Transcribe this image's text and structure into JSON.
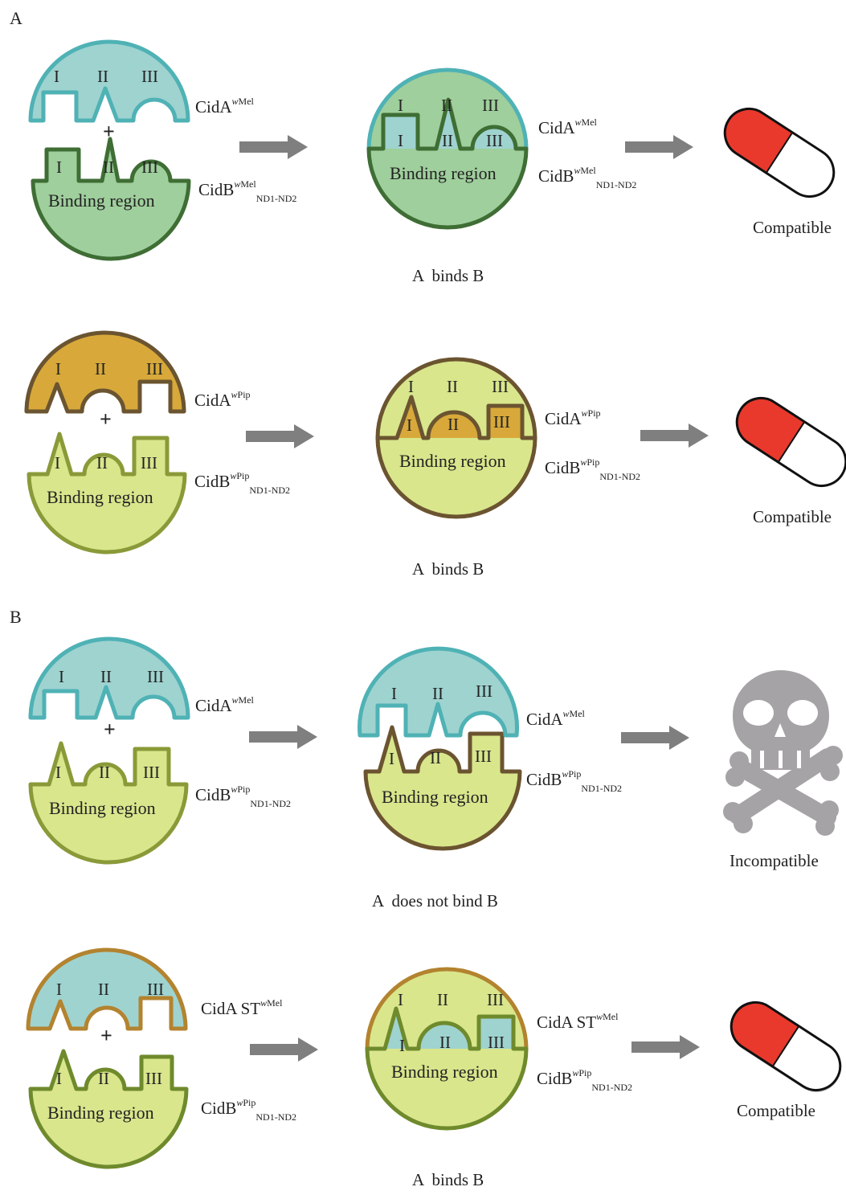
{
  "panels": [
    "A",
    "B"
  ],
  "colors": {
    "teal_fill": "#9fd3d0",
    "teal_stroke": "#4fb2b5",
    "green_fill": "#9fcf9c",
    "green_stroke": "#3f6e35",
    "orange_fill": "#d8a93a",
    "orange_stroke": "#6b5430",
    "lime_fill": "#d9e68c",
    "lime_stroke": "#8a9a38",
    "arrow": "#7f7f7f",
    "pill_red": "#e8392c",
    "skull": "#a6a3a6"
  },
  "common": {
    "plus": "+",
    "region_I": "I",
    "region_II": "II",
    "region_III": "III",
    "binding_region": "Binding region"
  },
  "rows": [
    {
      "cidA": {
        "base": "CidA",
        "sup": "wMel",
        "sup_italic": "w",
        "sup_rest": "Mel"
      },
      "cidB": {
        "base": "CidB",
        "sup_italic": "w",
        "sup_rest": "Mel",
        "sub": "ND1-ND2"
      },
      "result": "A  binds B",
      "outcome": "Compatible",
      "outcome_icon": "capsule-icon"
    },
    {
      "cidA": {
        "base": "CidA",
        "sup_italic": "w",
        "sup_rest": "Pip"
      },
      "cidB": {
        "base": "CidB",
        "sup_italic": "w",
        "sup_rest": "Pip",
        "sub": "ND1-ND2"
      },
      "result": "A  binds B",
      "outcome": "Compatible",
      "outcome_icon": "capsule-icon"
    },
    {
      "cidA": {
        "base": "CidA",
        "sup_italic": "w",
        "sup_rest": "Mel"
      },
      "cidB": {
        "base": "CidB",
        "sup_italic": "w",
        "sup_rest": "Pip",
        "sub": "ND1-ND2"
      },
      "result": "A  does not bind B",
      "outcome": "Incompatible",
      "outcome_icon": "skull-crossbones-icon"
    },
    {
      "cidA": {
        "base": "CidA ST",
        "sup_italic": "w",
        "sup_rest": "Mel"
      },
      "cidB": {
        "base": "CidB",
        "sup_italic": "w",
        "sup_rest": "Pip",
        "sub": "ND1-ND2"
      },
      "result": "A  binds B",
      "outcome": "Compatible",
      "outcome_icon": "capsule-icon"
    }
  ]
}
